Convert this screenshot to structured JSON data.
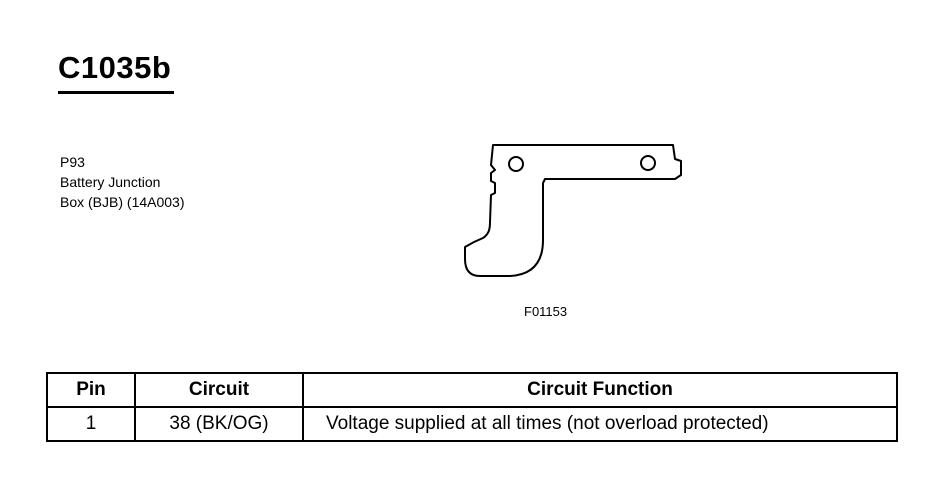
{
  "connector": {
    "id": "C1035b",
    "designator": "P93",
    "name_line1": "Battery Junction",
    "name_line2": "Box (BJB) (14A003)"
  },
  "figure": {
    "code": "F01153"
  },
  "table": {
    "headers": {
      "pin": "Pin",
      "circuit": "Circuit",
      "function": "Circuit Function"
    },
    "rows": [
      {
        "pin": "1",
        "circuit": "38 (BK/OG)",
        "function": "Voltage supplied at all times (not overload protected)"
      }
    ]
  }
}
